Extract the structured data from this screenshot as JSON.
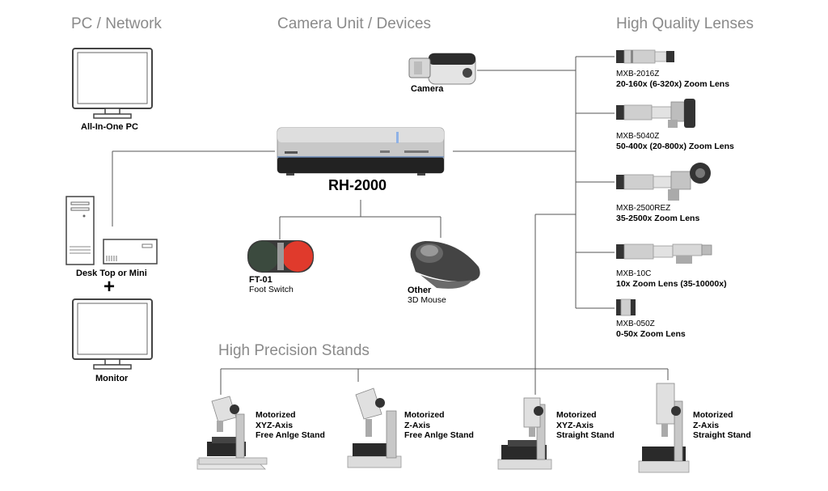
{
  "sections": {
    "pc_network": "PC / Network",
    "camera_devices": "Camera Unit / Devices",
    "lenses": "High Quality Lenses",
    "stands": "High Precision Stands"
  },
  "pc": {
    "all_in_one": "All-In-One PC",
    "desktop": "Desk Top or Mini",
    "plus": "+",
    "monitor": "Monitor"
  },
  "devices": {
    "camera": "Camera",
    "main_unit": "RH-2000",
    "foot_switch": {
      "title": "FT-01",
      "subtitle": "Foot Switch"
    },
    "mouse": {
      "title": "Other",
      "subtitle": "3D Mouse"
    }
  },
  "lenses": [
    {
      "model": "MXB-2016Z",
      "desc": "20-160x (6-320x) Zoom Lens"
    },
    {
      "model": "MXB-5040Z",
      "desc": "50-400x (20-800x) Zoom Lens"
    },
    {
      "model": "MXB-2500REZ",
      "desc": "35-2500x Zoom Lens"
    },
    {
      "model": "MXB-10C",
      "desc": "10x Zoom Lens (35-10000x)"
    },
    {
      "model": "MXB-050Z",
      "desc": "0-50x Zoom Lens"
    }
  ],
  "stands": [
    {
      "line1": "Motorized",
      "line2": "XYZ-Axis",
      "line3": "Free Anlge Stand"
    },
    {
      "line1": "Motorized",
      "line2": "Z-Axis",
      "line3": "Free Anlge Stand"
    },
    {
      "line1": "Motorized",
      "line2": "XYZ-Axis",
      "line3": "Straight Stand"
    },
    {
      "line1": "Motorized",
      "line2": "Z-Axis",
      "line3": "Straight Stand"
    }
  ]
}
